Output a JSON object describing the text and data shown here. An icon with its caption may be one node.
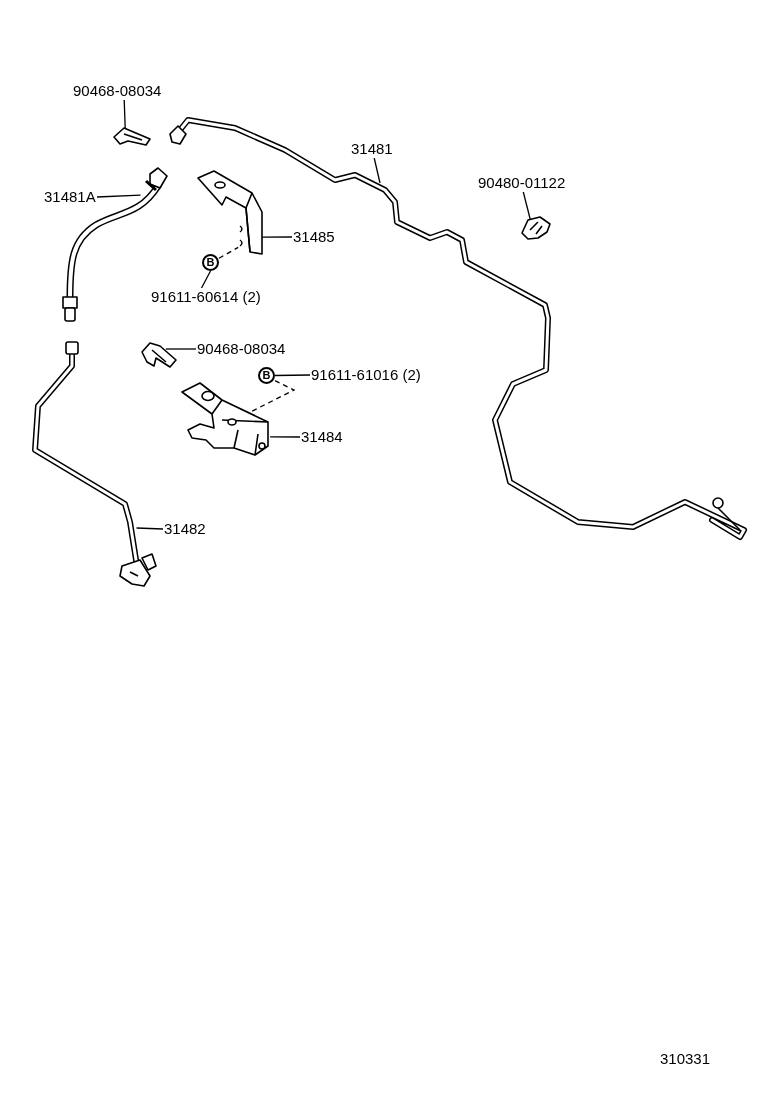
{
  "diagram": {
    "nodes": [
      {
        "text": [
          "90468-08034"
        ]
      },
      {
        "text": [],
        "shape": "picture"
      },
      {
        "text": [
          "31481A"
        ]
      },
      {
        "text": [],
        "shape": "picture"
      },
      {
        "text": [
          "31481"
        ]
      },
      {
        "text": [
          "90480-01122"
        ]
      },
      {
        "text": [],
        "shape": "picture"
      },
      {
        "text": [],
        "shape": "picture"
      },
      {
        "text": [
          "31485"
        ]
      },
      {
        "text": [
          "B"
        ]
      },
      {
        "text": [
          "91611-60614 (2)"
        ]
      },
      {
        "text": [],
        "shape": "picture"
      },
      {
        "text": [
          "90468-08034"
        ]
      },
      {
        "text": [
          "B"
        ]
      },
      {
        "text": [
          "91611-61016 (2)"
        ]
      },
      {
        "text": [],
        "shape": "picture"
      },
      {
        "text": [
          "31484"
        ]
      },
      {
        "text": [],
        "shape": "picture"
      },
      {
        "text": [
          "31482"
        ]
      }
    ],
    "edges": [
      {
        "from": 0,
        "to": 1,
        "arrow": "none"
      },
      {
        "from": 2,
        "to": 3,
        "arrow": "none"
      },
      {
        "from": 4,
        "to": null,
        "arrow": "none"
      },
      {
        "from": 5,
        "to": 6,
        "arrow": "none"
      },
      {
        "from": 8,
        "to": 7,
        "arrow": "none"
      },
      {
        "from": 9,
        "to": 7,
        "arrow": "none",
        "style": "dashed"
      },
      {
        "from": 10,
        "to": 9,
        "arrow": "none"
      },
      {
        "from": 12,
        "to": 11,
        "arrow": "none"
      },
      {
        "from": 14,
        "to": 13,
        "arrow": "none"
      },
      {
        "from": 13,
        "to": 15,
        "arrow": "none",
        "style": "dashed"
      },
      {
        "from": 16,
        "to": 15,
        "arrow": "none"
      },
      {
        "from": 18,
        "to": 17,
        "arrow": "none"
      }
    ],
    "labels": [
      "310331"
    ]
  }
}
